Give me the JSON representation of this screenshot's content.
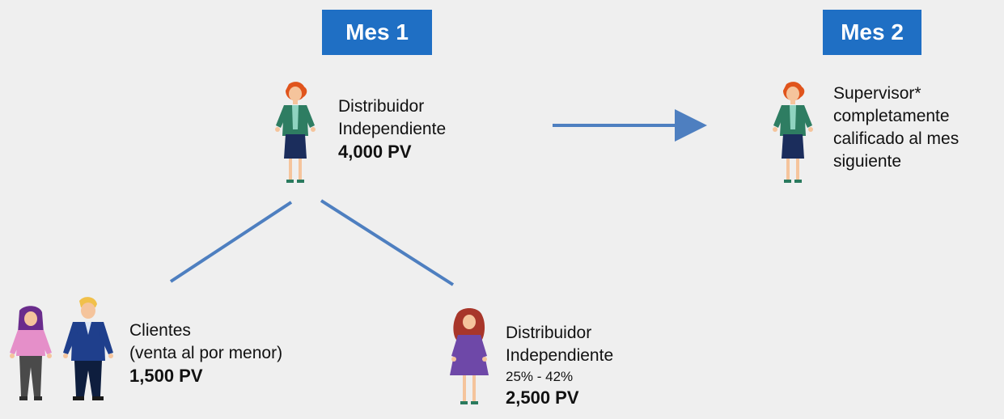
{
  "month1": "Mes 1",
  "month2": "Mes 2",
  "top_distributor": {
    "line1": "Distribuidor",
    "line2": "Independiente",
    "pv": "4,000 PV"
  },
  "supervisor": {
    "line1": "Supervisor*",
    "line2": "completamente",
    "line3": "calificado al mes",
    "line4": "siguiente"
  },
  "clients": {
    "line1": "Clientes",
    "line2": "(venta al por menor)",
    "pv": "1,500 PV"
  },
  "downline_distributor": {
    "line1": "Distribuidor",
    "line2": "Independiente",
    "range": "25% - 42%",
    "pv": "2,500 PV"
  },
  "colors": {
    "badge": "#1f6fc4",
    "connector": "#4e7fc0",
    "background": "#efefef"
  }
}
